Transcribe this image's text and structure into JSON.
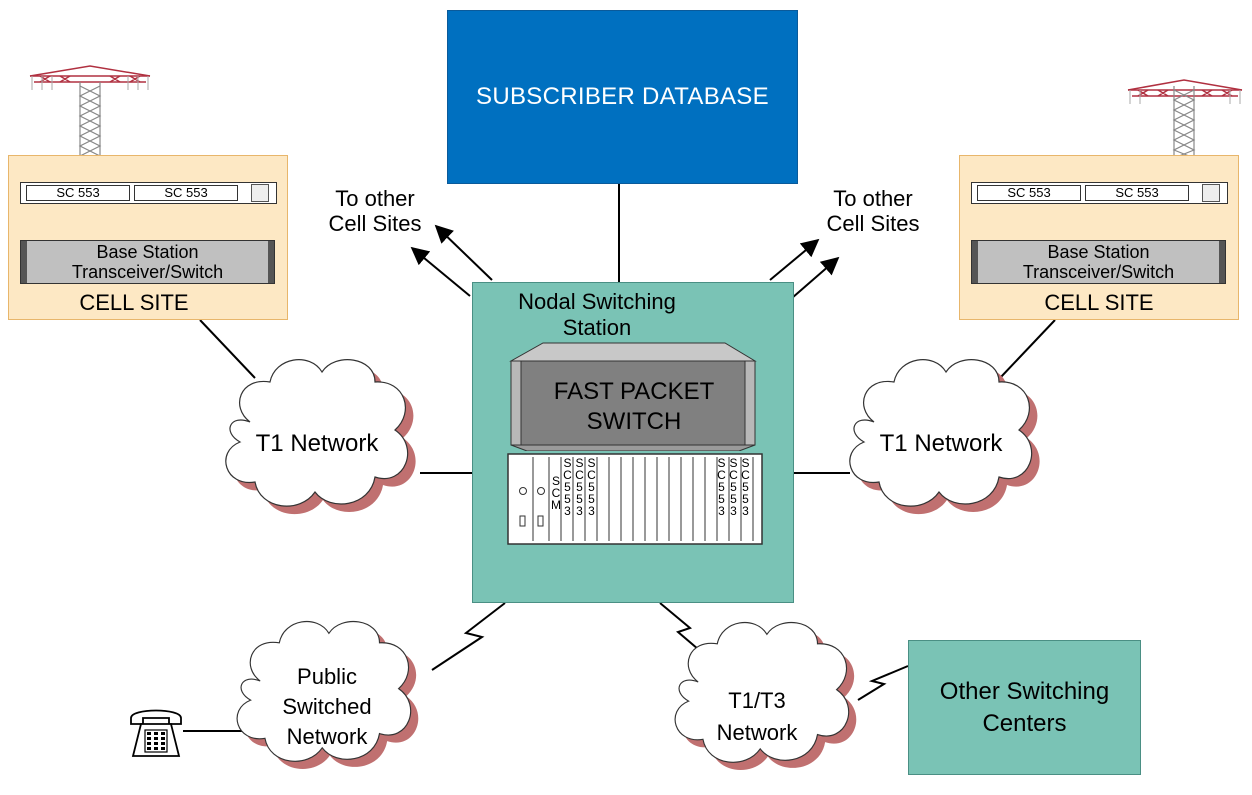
{
  "subscriber_database": {
    "label": "SUBSCRIBER DATABASE"
  },
  "nodal_station": {
    "title_line1": "Nodal Switching",
    "title_line2": "Station",
    "switch_line1": "FAST PACKET",
    "switch_line2": "SWITCH",
    "card_scm": "SCM",
    "card_sc553": "SC553"
  },
  "cell_site_left": {
    "card1": "SC 553",
    "card2": "SC 553",
    "bts_line1": "Base Station",
    "bts_line2": "Transceiver/Switch",
    "label": "CELL SITE"
  },
  "cell_site_right": {
    "card1": "SC 553",
    "card2": "SC 553",
    "bts_line1": "Base Station",
    "bts_line2": "Transceiver/Switch",
    "label": "CELL SITE"
  },
  "to_other_left": {
    "line1": "To other",
    "line2": "Cell Sites"
  },
  "to_other_right": {
    "line1": "To other",
    "line2": "Cell Sites"
  },
  "clouds": {
    "t1_left": "T1 Network",
    "t1_right": "T1 Network",
    "pstn_line1": "Public",
    "pstn_line2": "Switched",
    "pstn_line3": "Network",
    "t1t3_line1": "T1/T3",
    "t1t3_line2": "Network"
  },
  "other_switching": {
    "line1": "Other Switching",
    "line2": "Centers"
  },
  "colors": {
    "database_blue": "#0070c0",
    "teal": "#7ac3b5",
    "cell_site_fill": "#fde8c4",
    "cloud_shadow": "#c07070",
    "tower_red": "#b03040"
  },
  "icons": [
    "cell-tower-icon",
    "telephone-icon",
    "cloud-icon",
    "lightning-link-icon",
    "arrow-icon"
  ]
}
